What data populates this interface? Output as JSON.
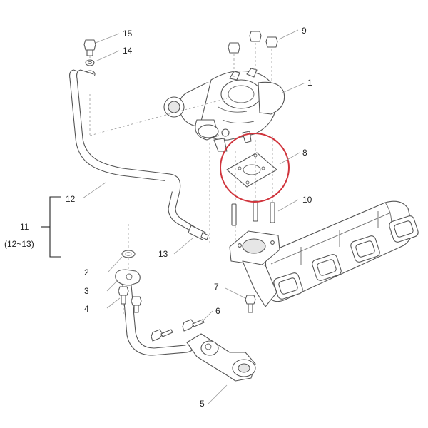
{
  "callouts": {
    "c1": "1",
    "c2": "2",
    "c3": "3",
    "c4": "4",
    "c5": "5",
    "c6": "6",
    "c7": "7",
    "c8": "8",
    "c9": "9",
    "c10": "10",
    "c11": "11",
    "c11_range": "(12~13)",
    "c12": "12",
    "c13": "13",
    "c14": "14",
    "c15": "15"
  },
  "colors": {
    "highlight_circle": "#d0343c",
    "line_art": "#555555",
    "background": "#ffffff"
  }
}
